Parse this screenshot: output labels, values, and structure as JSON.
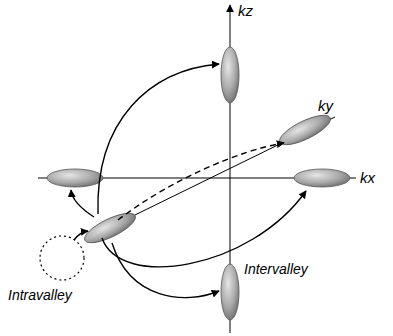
{
  "diagram": {
    "labels": [
      "kz",
      "ky",
      "kx",
      "Intervalley",
      "Intravalley"
    ]
  }
}
